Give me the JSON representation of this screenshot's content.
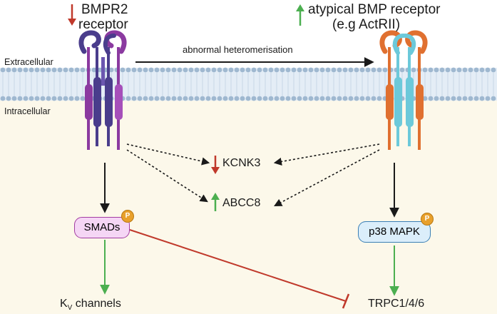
{
  "diagram": {
    "left_receptor": {
      "arrow": "down",
      "arrow_color": "#c0392b",
      "line1": "BMPR2",
      "line2": "receptor"
    },
    "right_receptor": {
      "arrow": "up",
      "arrow_color": "#4caf50",
      "line1": "atypical BMP receptor",
      "line2": "(e.g ActRII)"
    },
    "membrane_labels": {
      "extracellular": "Extracellular",
      "intracellular": "Intracellular"
    },
    "heteromerisation_label": "abnormal heteromerisation",
    "channels": {
      "kcnk3": {
        "label": "KCNK3",
        "arrow": "down",
        "arrow_color": "#c0392b"
      },
      "abcc8": {
        "label": "ABCC8",
        "arrow": "up",
        "arrow_color": "#4caf50"
      }
    },
    "smads": {
      "label": "SMADs",
      "badge": "P",
      "fill": "#f5d6f5",
      "border": "#a23ca2"
    },
    "p38": {
      "label": "p38 MAPK",
      "badge": "P",
      "fill": "#dbeefa",
      "border": "#3a7fb5"
    },
    "kv": {
      "label": "K",
      "subscript": "V",
      "suffix": " channels"
    },
    "trpc": {
      "label": "TRPC1/4/6"
    },
    "colors": {
      "background_top": "#ffffff",
      "background_bottom": "#fcf8ea",
      "membrane": "#9fb8d0",
      "bmpr2_dark": "#4a3d8c",
      "bmpr2_purple": "#8b3aa0",
      "atypical_orange": "#e07030",
      "atypical_cyan": "#6cc9da",
      "inhibition_line": "#c0392b",
      "green_arrow": "#4caf50"
    }
  }
}
